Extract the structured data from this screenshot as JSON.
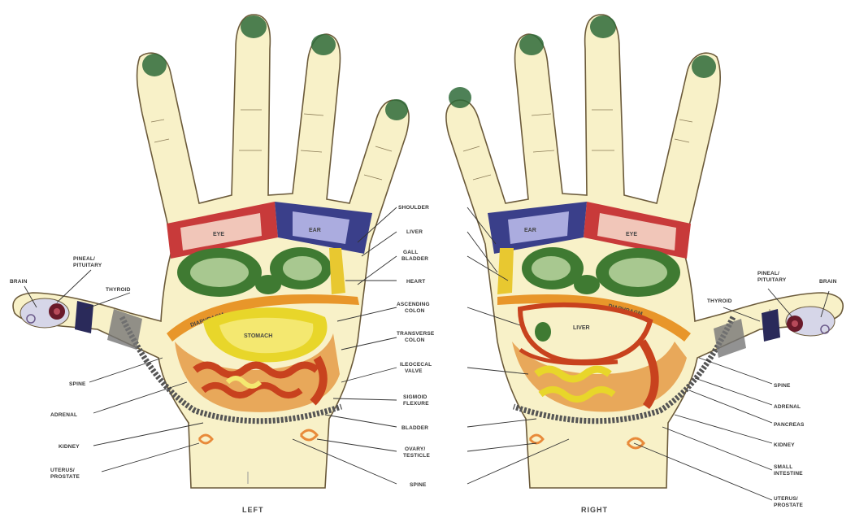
{
  "captions": {
    "left": "LEFT",
    "right": "RIGHT"
  },
  "left_labels": {
    "brain": "BRAIN",
    "pineal_pituitary": [
      "PINEAL/",
      "PITUITARY"
    ],
    "thyroid": "THYROID",
    "spine": "SPINE",
    "adrenal": "ADRENAL",
    "kidney": "KIDNEY",
    "uterus_prostate": [
      "UTERUS/",
      "PROSTATE"
    ],
    "eye": "EYE",
    "ear": "EAR",
    "stomach": "STOMACH",
    "diaphragm": "DIAPHRAGM"
  },
  "center_labels": {
    "shoulder": "SHOULDER",
    "liver": "LIVER",
    "gall_bladder": [
      "GALL",
      "BLADDER"
    ],
    "heart": "HEART",
    "ascending_colon": [
      "ASCENDING",
      "COLON"
    ],
    "transverse_colon": [
      "TRANSVERSE",
      "COLON"
    ],
    "ileocecal_valve": [
      "ILEOCECAL",
      "VALVE"
    ],
    "sigmoid_flexure": [
      "SIGMOID",
      "FLEXURE"
    ],
    "bladder": "BLADDER",
    "ovary_testicle": [
      "OVARY/",
      "TESTICLE"
    ],
    "spine": "SPINE"
  },
  "right_labels": {
    "brain": "BRAIN",
    "pineal_pituitary": [
      "PINEAL/",
      "PITUITARY"
    ],
    "thyroid": "THYROID",
    "spine": "SPINE",
    "adrenal": "ADRENAL",
    "pancreas": "PANCREAS",
    "kidney": "KIDNEY",
    "small_intestine": [
      "SMALL",
      "INTESTINE"
    ],
    "uterus_prostate": [
      "UTERUS/",
      "PROSTATE"
    ],
    "ear": "EAR",
    "eye": "EYE",
    "liver": "LIVER",
    "diaphragm": "DIAPHRAGM"
  },
  "colors": {
    "skin": "#f8f1c8",
    "outline": "#6b5a3a",
    "nail_green": "#2f6b3a",
    "eye_band": "#c83a3a",
    "ear_band": "#3a3f8a",
    "lung_green": "#3f7a32",
    "stomach_yellow": "#e8d62a",
    "intestine_red": "#c8421e",
    "diaphragm_orange": "#e8962a",
    "brain_dot": "#6a1a2a"
  }
}
